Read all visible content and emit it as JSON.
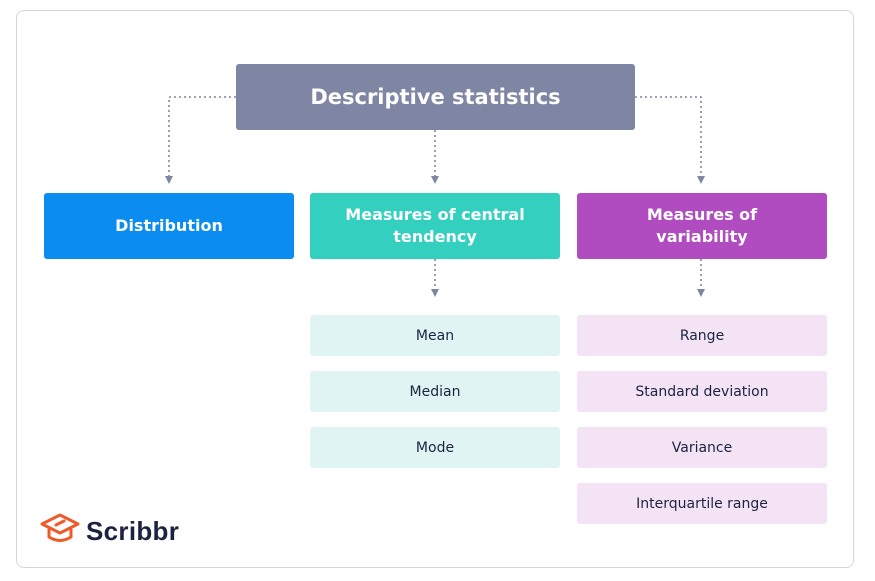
{
  "diagram": {
    "root": {
      "label": "Descriptive statistics"
    },
    "categories": [
      {
        "id": "distribution",
        "label": "Distribution",
        "children": []
      },
      {
        "id": "central-tendency",
        "label": "Measures of central tendency",
        "children": [
          "Mean",
          "Median",
          "Mode"
        ]
      },
      {
        "id": "variability",
        "label": "Measures of variability",
        "children": [
          "Range",
          "Standard deviation",
          "Variance",
          "Interquartile range"
        ]
      }
    ]
  },
  "branding": {
    "logo_text": "Scribbr",
    "logo_icon": "graduation-cap-icon",
    "logo_color": "#f05a28"
  },
  "colors": {
    "root": "#7f86a4",
    "distribution": "#0a8cf0",
    "central_tendency": "#33d0c0",
    "variability": "#b04cbf",
    "central_leaf": "#e0f5f3",
    "variability_leaf": "#f4e3f4",
    "connector": "#7f86a4"
  }
}
